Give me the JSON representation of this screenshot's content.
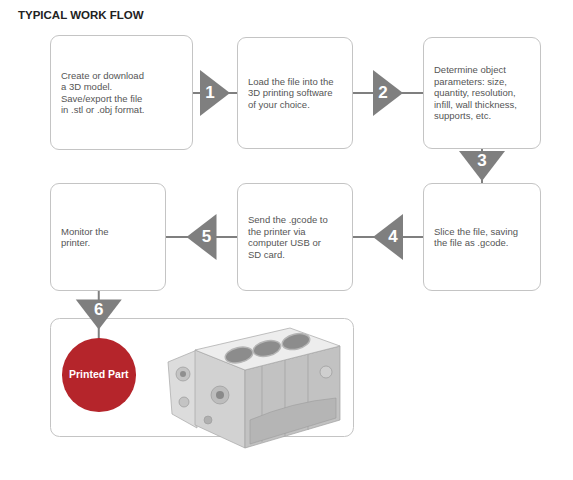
{
  "diagram": {
    "title": "TYPICAL WORK FLOW",
    "nodes": [
      {
        "text": [
          "Create or download a 3D model. Save/export the file in .stl or .obj format."
        ]
      },
      {
        "text": [
          "Load the file into the 3D printing software of your choice."
        ]
      },
      {
        "text": [
          "Determine object parameters: size, quantity, resolution, infill, wall thickness, supports, etc."
        ]
      },
      {
        "text": [
          "Slice the file, saving the file as .gcode."
        ]
      },
      {
        "text": [
          "Send the .gcode to the printer via computer USB or SD card."
        ]
      },
      {
        "text": [
          "Monitor the printer."
        ]
      },
      {
        "text": [
          "Printed Part"
        ]
      }
    ],
    "edges": [
      {
        "from": 0,
        "to": 1,
        "arrow": "to",
        "label": "1"
      },
      {
        "from": 1,
        "to": 2,
        "arrow": "to",
        "label": "2"
      },
      {
        "from": 2,
        "to": 3,
        "arrow": "to",
        "label": "3"
      },
      {
        "from": 3,
        "to": 4,
        "arrow": "to",
        "label": "4"
      },
      {
        "from": 4,
        "to": 5,
        "arrow": "to",
        "label": "5"
      },
      {
        "from": 5,
        "to": 6,
        "arrow": "to",
        "label": "6"
      }
    ]
  }
}
